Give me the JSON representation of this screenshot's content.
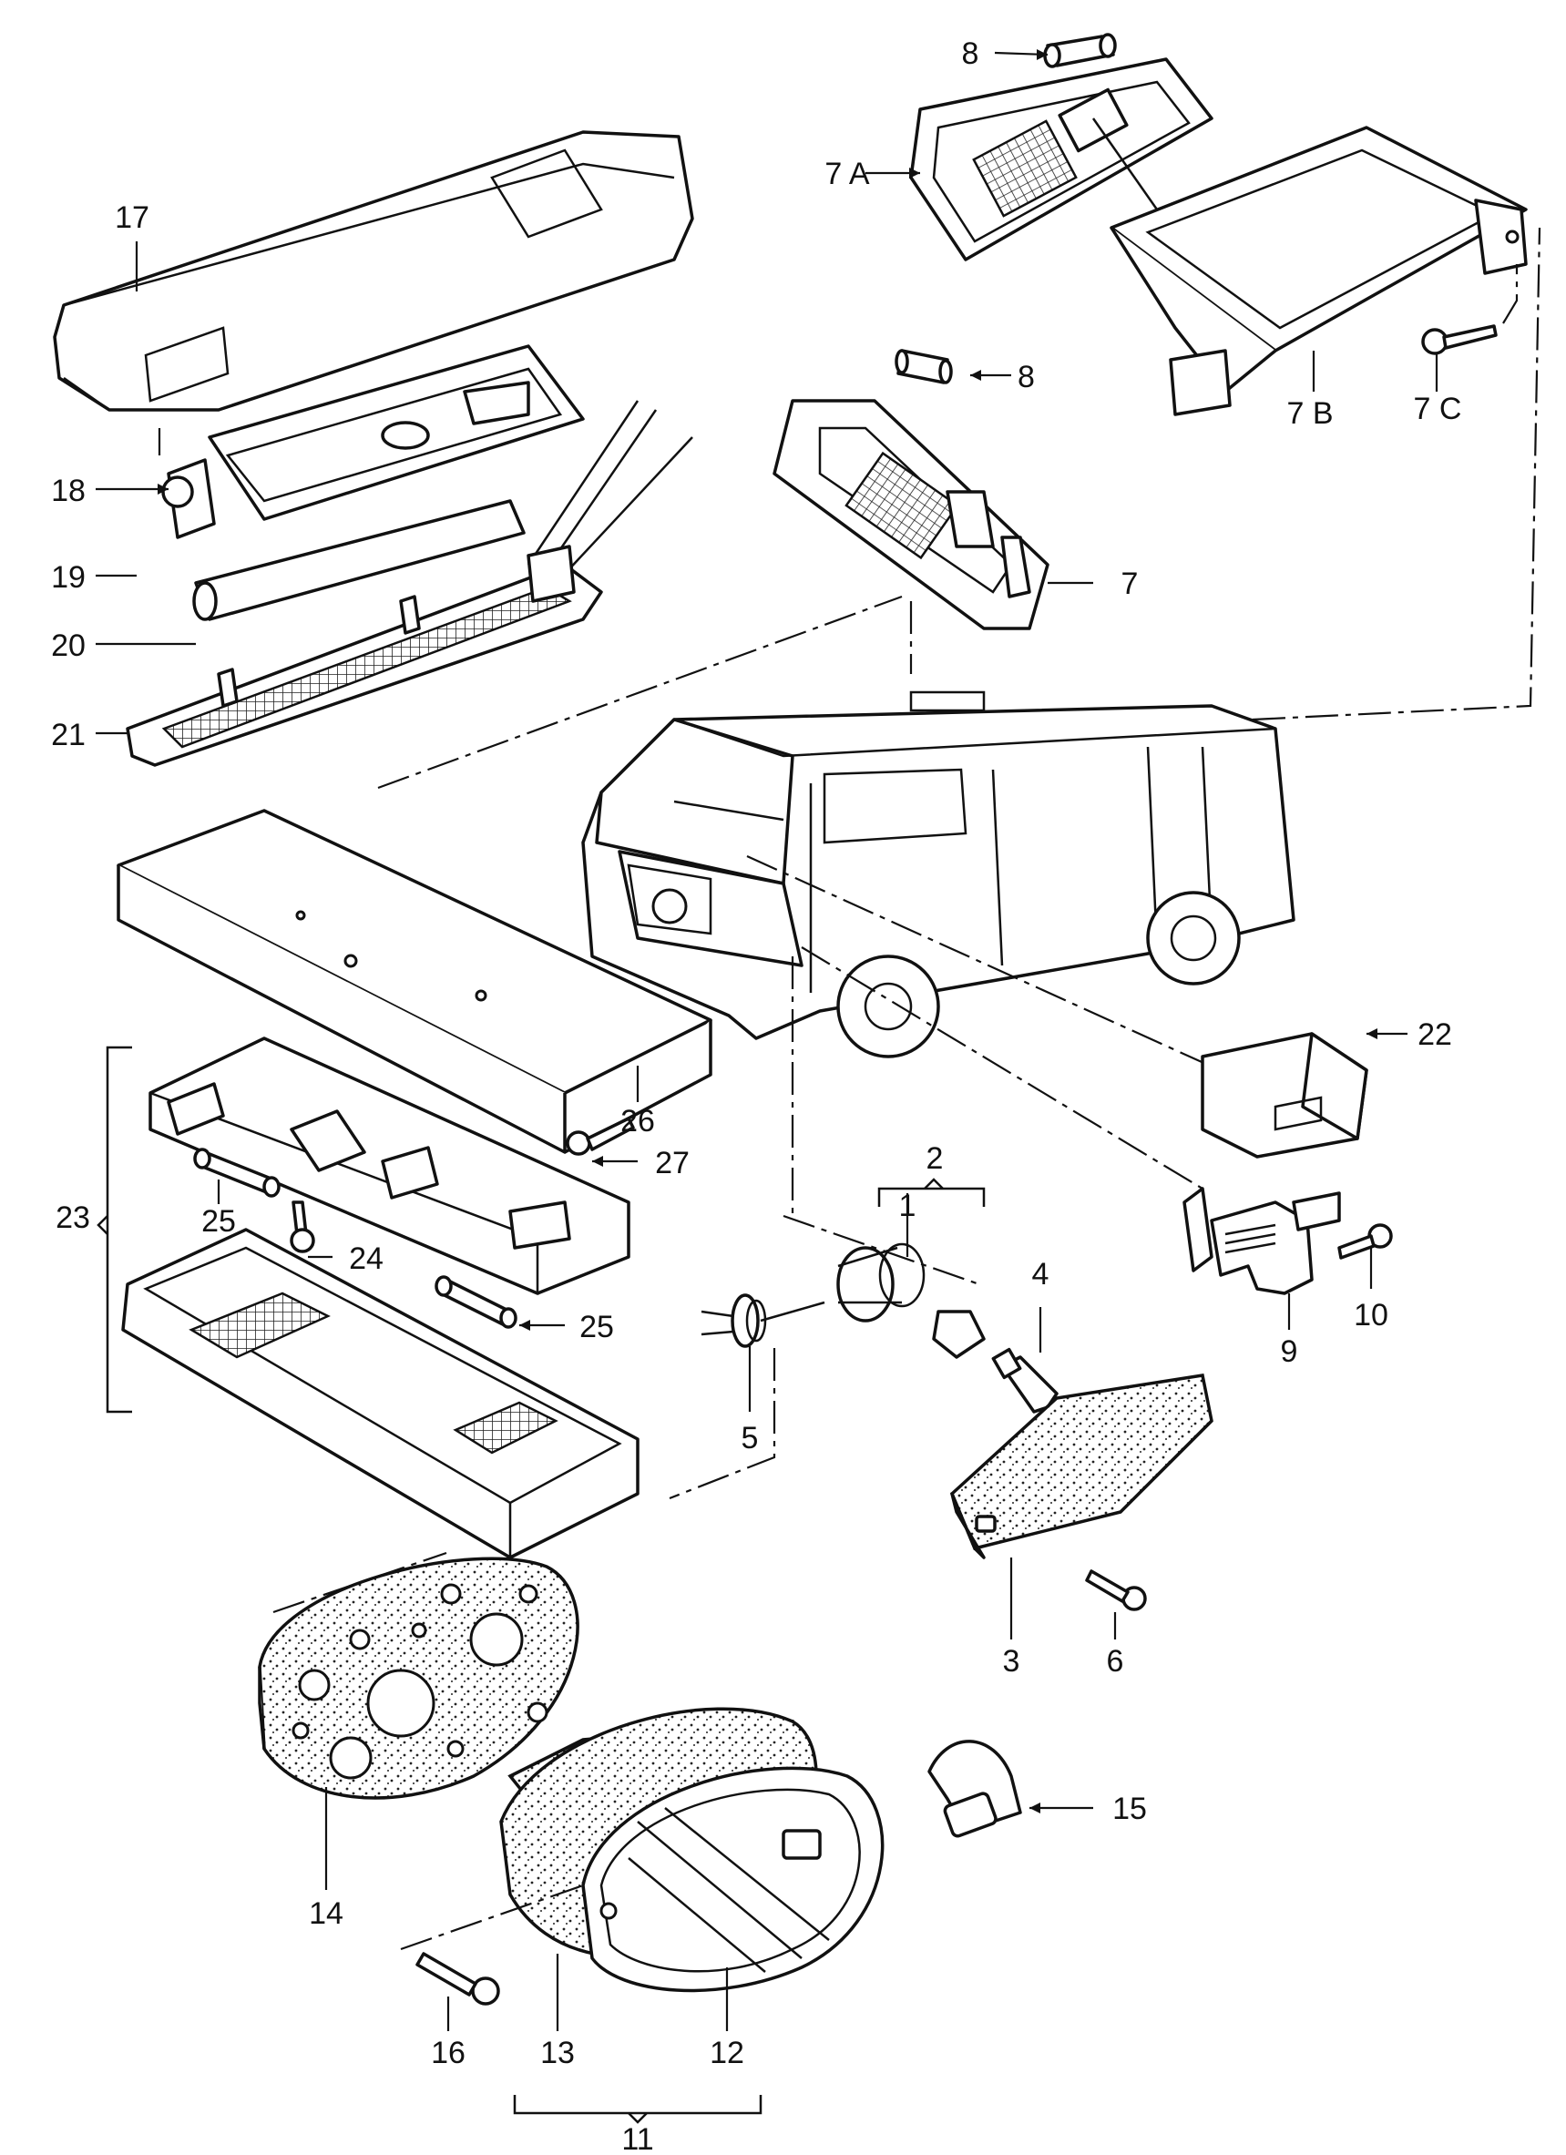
{
  "diagram": {
    "callouts": [
      {
        "id": "c8a",
        "text": "8"
      },
      {
        "id": "c7a",
        "text": "7 A"
      },
      {
        "id": "c17",
        "text": "17"
      },
      {
        "id": "c8b",
        "text": "8"
      },
      {
        "id": "c7b",
        "text": "7 B"
      },
      {
        "id": "c7c",
        "text": "7 C"
      },
      {
        "id": "c18",
        "text": "18"
      },
      {
        "id": "c19",
        "text": "19"
      },
      {
        "id": "c20",
        "text": "20"
      },
      {
        "id": "c21",
        "text": "21"
      },
      {
        "id": "c7",
        "text": "7"
      },
      {
        "id": "c22",
        "text": "22"
      },
      {
        "id": "c26",
        "text": "26"
      },
      {
        "id": "c27",
        "text": "27"
      },
      {
        "id": "c23",
        "text": "23"
      },
      {
        "id": "c25a",
        "text": "25"
      },
      {
        "id": "c24",
        "text": "24"
      },
      {
        "id": "c25b",
        "text": "25"
      },
      {
        "id": "c2",
        "text": "2"
      },
      {
        "id": "c1",
        "text": "1"
      },
      {
        "id": "c4",
        "text": "4"
      },
      {
        "id": "c5",
        "text": "5"
      },
      {
        "id": "c10",
        "text": "10"
      },
      {
        "id": "c9",
        "text": "9"
      },
      {
        "id": "c3",
        "text": "3"
      },
      {
        "id": "c6",
        "text": "6"
      },
      {
        "id": "c15",
        "text": "15"
      },
      {
        "id": "c14",
        "text": "14"
      },
      {
        "id": "c16",
        "text": "16"
      },
      {
        "id": "c13",
        "text": "13"
      },
      {
        "id": "c12",
        "text": "12"
      },
      {
        "id": "c11",
        "text": "11"
      }
    ]
  }
}
